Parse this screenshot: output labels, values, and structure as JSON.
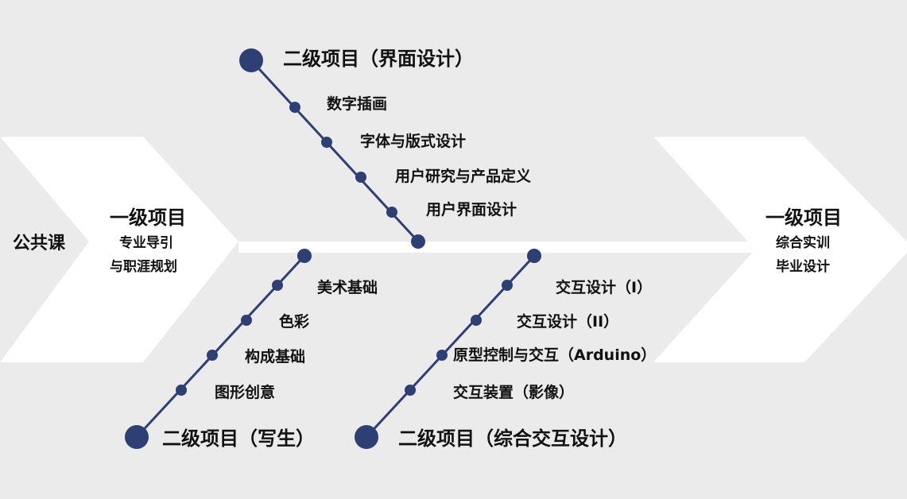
{
  "colors": {
    "background": "#ebebeb",
    "arrow_fill": "#ffffff",
    "line": "#2d3f73",
    "node": "#2d3f73"
  },
  "left_block": {
    "label": "公共课",
    "title": "一级项目",
    "line1": "专业导引",
    "line2": "与职涯规划"
  },
  "right_block": {
    "title": "一级项目",
    "line1": "综合实训",
    "line2": "毕业设计"
  },
  "branches": {
    "top": {
      "title": "二级项目（界面设计）",
      "items": [
        "数字插画",
        "字体与版式设计",
        "用户研究与产品定义",
        "用户界面设计"
      ]
    },
    "bottom_left": {
      "title": "二级项目（写生）",
      "items": [
        "美术基础",
        "色彩",
        "构成基础",
        "图形创意"
      ]
    },
    "bottom_right": {
      "title": "二级项目（综合交互设计）",
      "items": [
        "交互设计（I）",
        "交互设计（II）",
        "原型控制与交互（Arduino）",
        "交互装置（影像）"
      ]
    }
  }
}
